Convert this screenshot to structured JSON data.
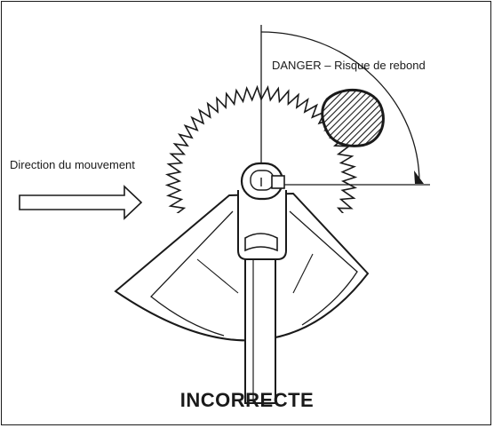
{
  "labels": {
    "danger": "DANGER – Risque de rebond",
    "direction": "Direction du mouvement",
    "verdict": "INCORRECTE"
  },
  "colors": {
    "ink": "#1a1a1a",
    "background": "#ffffff"
  }
}
